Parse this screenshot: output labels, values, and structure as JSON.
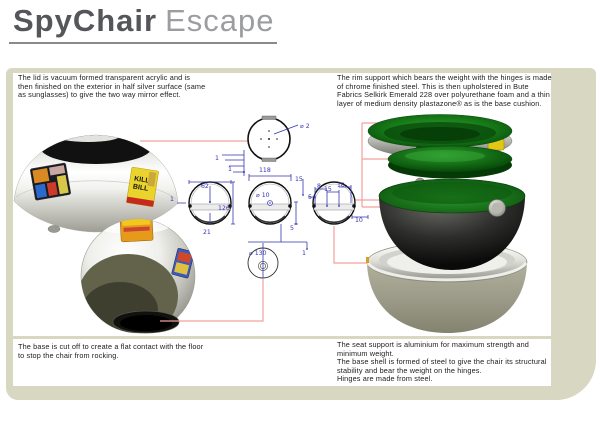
{
  "header": {
    "title_primary": "SpyChair",
    "title_secondary": "Escape"
  },
  "notes": {
    "lid": "The lid is vacuum formed transparent acrylic and is then finished on the exterior in half silver surface (same as sunglasses) to give the two way mirror effect.",
    "rim": "The rim support which bears the weight with the hinges is made of chrome finished steel. This is then upholstered in Bute Fabrics Selkirk Emerald 228 over polyurethane foam and a thin layer of medium density plastazone® as is the base cushion.",
    "base": "The base is cut off to create a flat contact with the floor to stop the chair from rocking.",
    "seat_line1": "The seat support is aluminium for maximum strength and minimum weight.",
    "seat_line2": "The base shell is formed of steel to give the chair its structural stability and bear the weight on the hinges.",
    "seat_line3": "Hinges are made from steel."
  },
  "diagram": {
    "labels": [
      "⌀ 2",
      "1",
      "1",
      "62",
      "1",
      "126",
      "21",
      "118",
      "⌀ 10",
      "5",
      "15",
      "8",
      "15",
      "10",
      "5",
      "10",
      "⌀ 130",
      "1"
    ]
  },
  "stickers": {
    "kill_line1": "KILL",
    "kill_line2": "BILL"
  },
  "colors": {
    "panel_beige": "#d8d7c1",
    "dimension_blue": "#3535b0",
    "leader_red": "#f2a09d",
    "upholstery_green": "#157515",
    "chrome_silver": "#c9c9c4"
  }
}
